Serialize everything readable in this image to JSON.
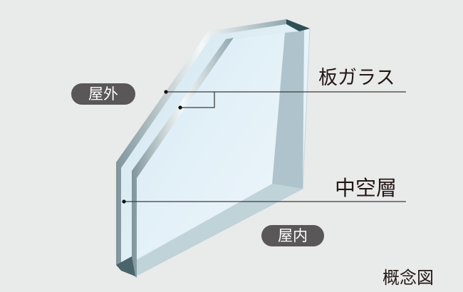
{
  "labels": {
    "glass_pane": "板ガラス",
    "air_layer": "中空層",
    "outdoor": "屋外",
    "indoor": "屋内",
    "conceptual_diagram": "概念図"
  },
  "colors": {
    "background": "#e9eaea",
    "glass_face": "#d6ebf5",
    "glass_edge": "#9fb5bd",
    "pill": "#595757",
    "leader_line": "#3e3a39"
  }
}
